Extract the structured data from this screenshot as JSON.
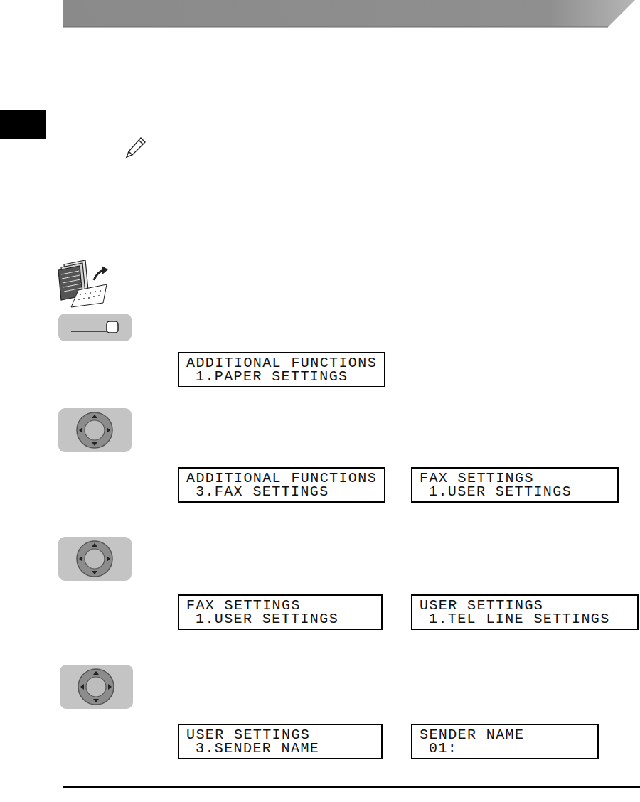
{
  "diagram": {
    "nodes": [
      {
        "text": [
          "ADDITIONAL FUNCTIONS",
          "1.PAPER SETTINGS"
        ]
      },
      {
        "text": [
          "ADDITIONAL FUNCTIONS",
          "3.FAX SETTINGS"
        ]
      },
      {
        "text": [
          "FAX SETTINGS",
          "1.USER SETTINGS"
        ]
      },
      {
        "text": [
          "FAX SETTINGS",
          "1.USER SETTINGS"
        ]
      },
      {
        "text": [
          "USER SETTINGS",
          "1.TEL LINE SETTINGS"
        ]
      },
      {
        "text": [
          "USER SETTINGS",
          "3.SENDER NAME"
        ]
      },
      {
        "text": [
          "SENDER NAME",
          "01:"
        ]
      }
    ]
  }
}
